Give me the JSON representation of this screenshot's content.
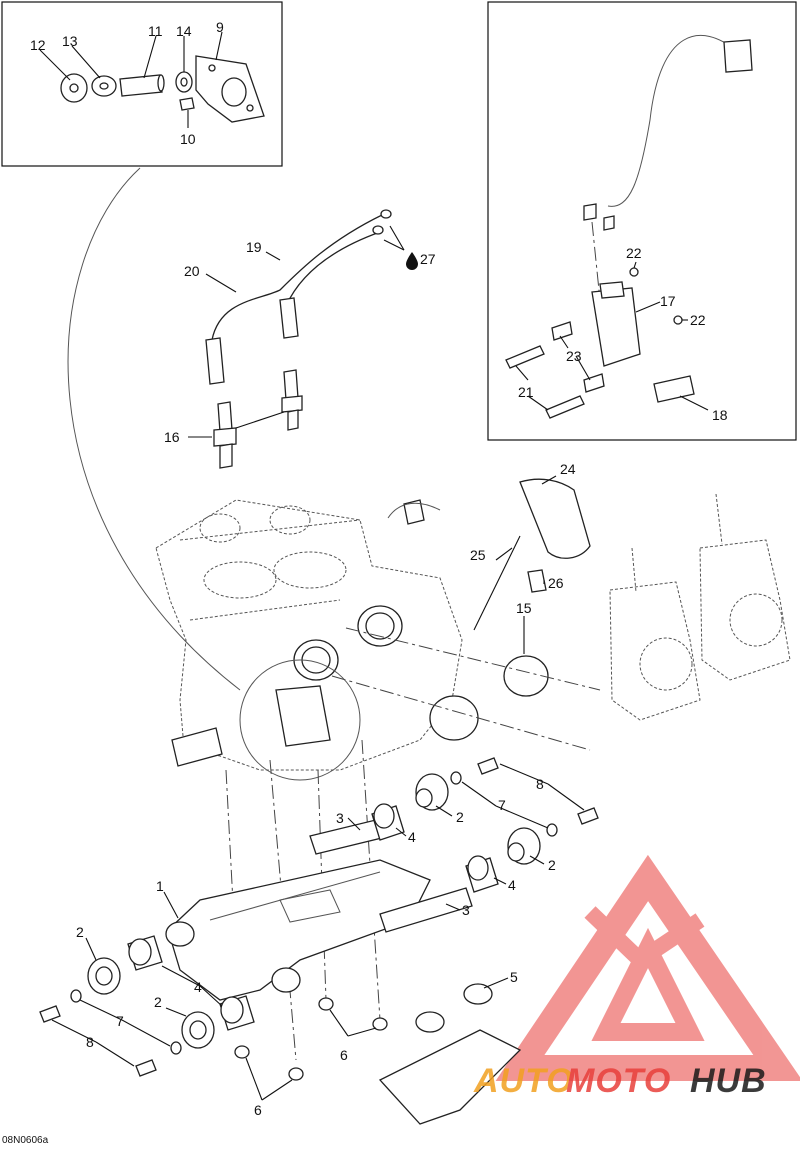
{
  "diagram": {
    "drawing_code": "08N0606a",
    "callouts": {
      "c1": "1",
      "c2a": "2",
      "c2b": "2",
      "c2c": "2",
      "c2d": "2",
      "c3a": "3",
      "c3b": "3",
      "c4a": "4",
      "c4b": "4",
      "c4c": "4",
      "c5": "5",
      "c6a": "6",
      "c6b": "6",
      "c7a": "7",
      "c7b": "7",
      "c8a": "8",
      "c8b": "8",
      "c9": "9",
      "c10": "10",
      "c11": "11",
      "c12": "12",
      "c13": "13",
      "c14": "14",
      "c15": "15",
      "c16": "16",
      "c17": "17",
      "c18": "18",
      "c19": "19",
      "c20": "20",
      "c21": "21",
      "c22a": "22",
      "c22b": "22",
      "c23": "23",
      "c24": "24",
      "c25": "25",
      "c26": "26",
      "c27": "27"
    }
  },
  "watermark": {
    "part1": "AUTO",
    "part2": "MOTO",
    "part3": "HUB",
    "color_red": "#e8403c",
    "color_orange": "#f2a020",
    "color_dark": "#1a1a1a"
  },
  "icons": {
    "grease": "oil-drop-icon"
  }
}
